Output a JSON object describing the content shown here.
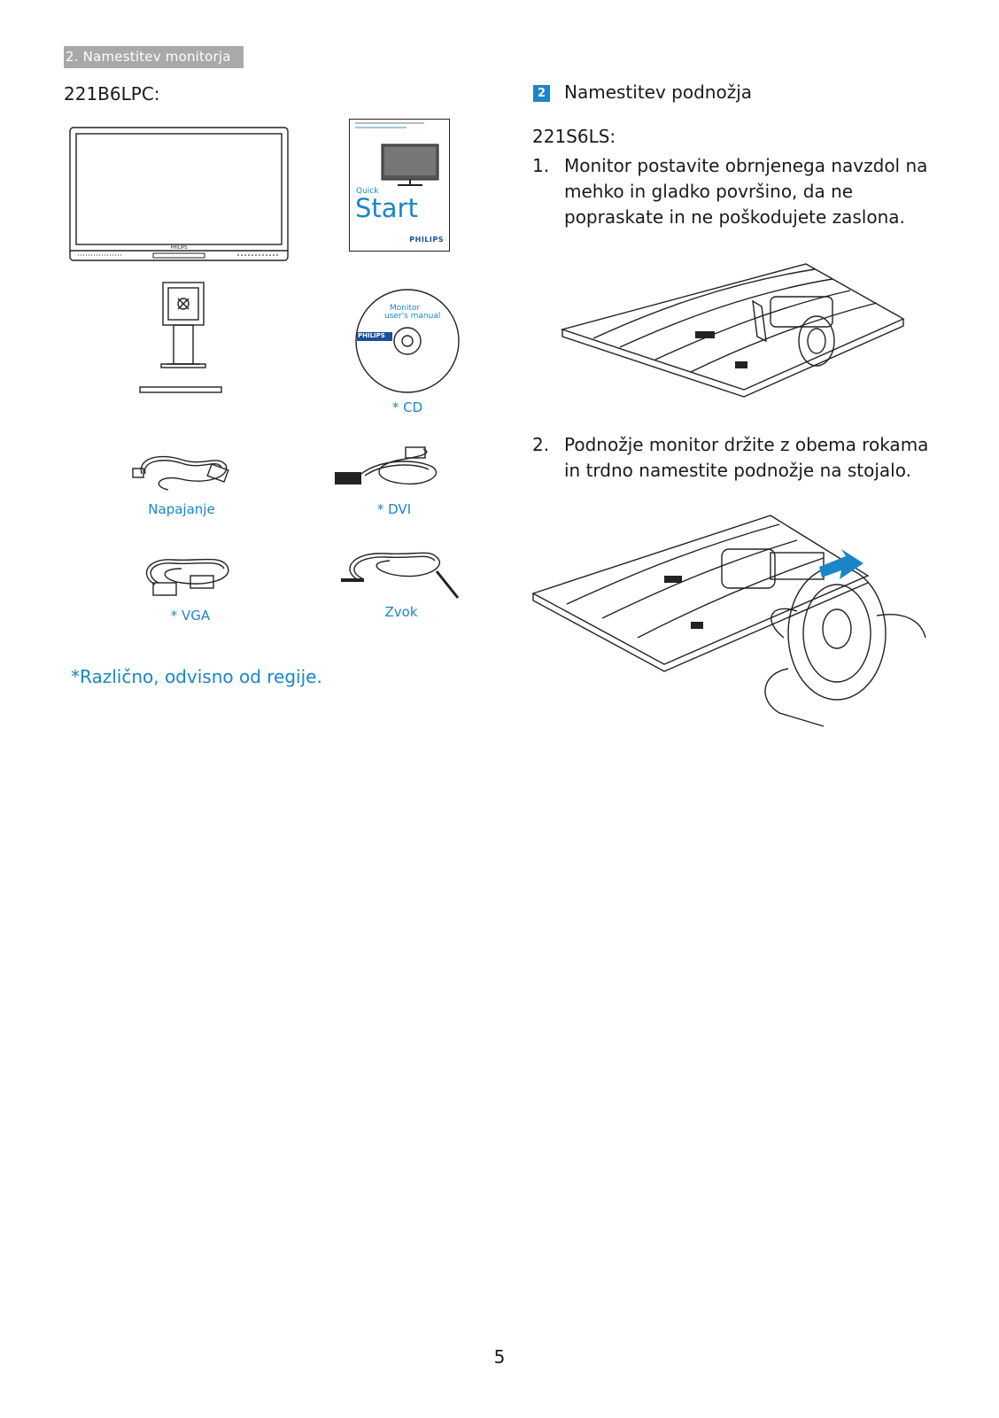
{
  "header": {
    "section_tab": "2. Namestitev monitorja"
  },
  "left": {
    "model": "221B6LPC:",
    "quick_start": {
      "small": "Quick",
      "big": "Start",
      "brand": "PHILIPS"
    },
    "cd_label": {
      "line1": "Monitor",
      "line2": "user's manual",
      "brand": "PHILIPS"
    },
    "captions": {
      "cd": "* CD",
      "power": "Napajanje",
      "dvi": "* DVI",
      "vga": "* VGA",
      "audio": "Zvok"
    },
    "note": "*Različno, odvisno od regije."
  },
  "right": {
    "step_number": "2",
    "step_title": "Namestitev podnožja",
    "model": "221S6LS:",
    "steps": [
      {
        "num": "1.",
        "text": "Monitor postavite obrnjenega navzdol na mehko in gladko površino, da ne popraskate in ne poškodujete zaslona."
      },
      {
        "num": "2.",
        "text": "Podnožje monitor držite z obema rokama in trdno namestite podnožje na stojalo."
      }
    ]
  },
  "footer": {
    "page_number": "5"
  },
  "colors": {
    "accent": "#1a86c7",
    "tab_gray": "#a9a9ab"
  }
}
